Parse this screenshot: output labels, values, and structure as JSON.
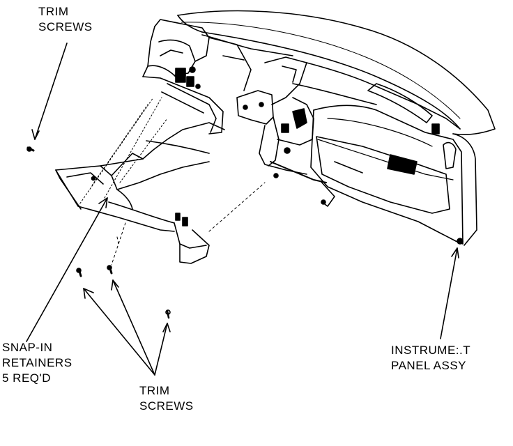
{
  "labels": {
    "trim_screws_top": [
      "TRIM",
      "SCREWS"
    ],
    "snap_in": [
      "SNAP-IN",
      "RETAINERS",
      "5 REQ'D"
    ],
    "trim_screws_bottom": [
      "TRIM",
      "SCREWS"
    ],
    "instrument_panel": [
      "INSTRUME:.T",
      "PANEL ASSY"
    ]
  },
  "colors": {
    "ink": "#000000",
    "paper": "#ffffff"
  }
}
